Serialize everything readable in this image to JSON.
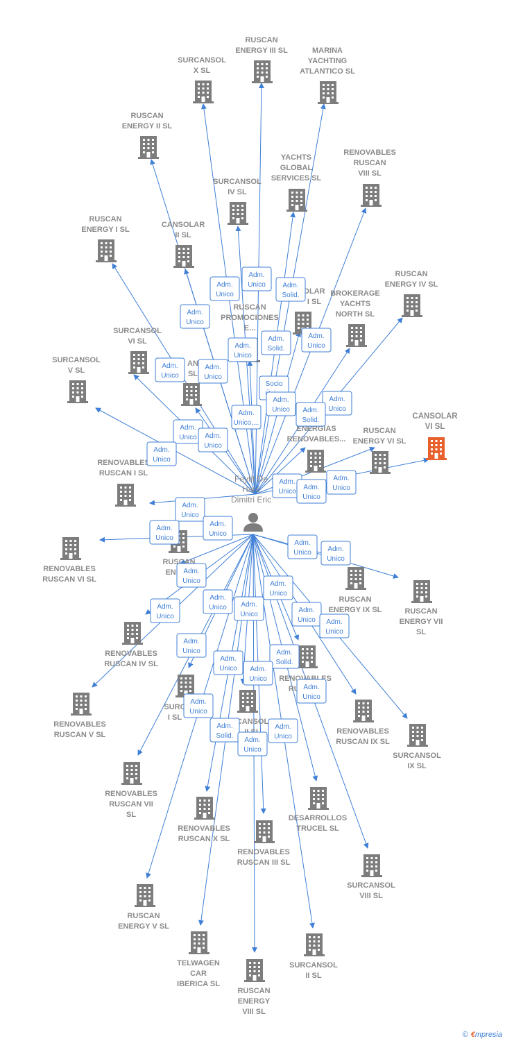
{
  "colors": {
    "edge": "#3f7fd6",
    "building": "#7d7d7d",
    "focus_building": "#e8602c",
    "person": "#7d7d7d",
    "label": "#8a8a8a"
  },
  "person": {
    "name_lines": [
      "Feytit De",
      "Haro",
      "Dimitri Eric"
    ],
    "icon": "person-icon"
  },
  "companies": [
    {
      "id": "ruscan-energy-iii",
      "lines": [
        "RUSCAN",
        "ENERGY III  SL"
      ]
    },
    {
      "id": "surcansol-x",
      "lines": [
        "SURCANSOL",
        "X  SL"
      ]
    },
    {
      "id": "marina-yachting",
      "lines": [
        "MARINA",
        "YACHTING",
        "ATLANTICO  SL"
      ]
    },
    {
      "id": "ruscan-energy-ii",
      "lines": [
        "RUSCAN",
        "ENERGY II  SL"
      ]
    },
    {
      "id": "yachts-global",
      "lines": [
        "YACHTS",
        "GLOBAL",
        "SERVICES  SL"
      ]
    },
    {
      "id": "renovables-ruscan-viii",
      "lines": [
        "RENOVABLES",
        "RUSCAN",
        "VIII  SL"
      ]
    },
    {
      "id": "surcansol-iv",
      "lines": [
        "SURCANSOL",
        "IV  SL"
      ]
    },
    {
      "id": "ruscan-energy-i",
      "lines": [
        "RUSCAN",
        "ENERGY I  SL"
      ]
    },
    {
      "id": "cansolar-ii",
      "lines": [
        "CANSOLAR",
        "II  SL"
      ]
    },
    {
      "id": "ruscan-energy-iv",
      "lines": [
        "RUSCAN",
        "ENERGY IV  SL"
      ]
    },
    {
      "id": "olar-i",
      "lines": [
        "OLAR",
        "I  SL"
      ]
    },
    {
      "id": "brokerage-yachts",
      "lines": [
        "BROKERAGE",
        "YACHTS",
        "NORTH  SL"
      ]
    },
    {
      "id": "ruscan-promociones",
      "lines": [
        "RUSCAN",
        "PROMOCIONES",
        "E..."
      ]
    },
    {
      "id": "surcansol-vi",
      "lines": [
        "SURCANSOL",
        "VI  SL"
      ]
    },
    {
      "id": "surcansol-v",
      "lines": [
        "SURCANSOL",
        "V  SL"
      ]
    },
    {
      "id": "an-sl",
      "lines": [
        "AN",
        "SL"
      ]
    },
    {
      "id": "cansolar-vi",
      "lines": [
        "CANSOLAR",
        "VI  SL"
      ],
      "focus": true
    },
    {
      "id": "n-energias",
      "lines": [
        "N",
        "ENERGIAS",
        "RENOVABLES..."
      ]
    },
    {
      "id": "ruscan-energy-vi",
      "lines": [
        "RUSCAN",
        "ENERGY VI  SL"
      ]
    },
    {
      "id": "renovables-ruscan-i",
      "lines": [
        "RENOVABLES",
        "RUSCAN I  SL"
      ]
    },
    {
      "id": "renovables-ruscan-vi",
      "lines": [
        "RENOVABLES",
        "RUSCAN VI  SL"
      ]
    },
    {
      "id": "ruscan-energy-x",
      "lines": [
        "RUSCAN",
        "ENERG"
      ]
    },
    {
      "id": "ruscan-energy-ix",
      "lines": [
        "RUSCAN",
        "ENERGY IX  SL"
      ]
    },
    {
      "id": "ruscan-energy-vii",
      "lines": [
        "RUSCAN",
        "ENERGY VII",
        "SL"
      ]
    },
    {
      "id": "renovables-ruscan-iv",
      "lines": [
        "RENOVABLES",
        "RUSCAN IV  SL"
      ]
    },
    {
      "id": "renovables-ruscan-v",
      "lines": [
        "RENOVABLES",
        "RUSCAN V  SL"
      ]
    },
    {
      "id": "surc-i",
      "lines": [
        "SURC",
        "I  SL"
      ]
    },
    {
      "id": "cansol-ii",
      "lines": [
        "CANSOL",
        "II  SL"
      ]
    },
    {
      "id": "renovables-rusc",
      "lines": [
        "RENOVABLES",
        "RUSC    SL"
      ]
    },
    {
      "id": "renovables-ruscan-ix",
      "lines": [
        "RENOVABLES",
        "RUSCAN IX  SL"
      ]
    },
    {
      "id": "surcansol-ix",
      "lines": [
        "SURCANSOL",
        "IX  SL"
      ]
    },
    {
      "id": "renovables-ruscan-vii",
      "lines": [
        "RENOVABLES",
        "RUSCAN VII",
        "SL"
      ]
    },
    {
      "id": "renovables-ruscan-x",
      "lines": [
        "RENOVABLES",
        "RUSCAN X  SL"
      ]
    },
    {
      "id": "desarrollos-trucel",
      "lines": [
        "DESARROLLOS",
        "TRUCEL  SL"
      ]
    },
    {
      "id": "renovables-ruscan-iii",
      "lines": [
        "RENOVABLES",
        "RUSCAN III  SL"
      ]
    },
    {
      "id": "surcansol-viii",
      "lines": [
        "SURCANSOL",
        "VIII  SL"
      ]
    },
    {
      "id": "ruscan-energy-v",
      "lines": [
        "RUSCAN",
        "ENERGY V  SL"
      ]
    },
    {
      "id": "telwagen",
      "lines": [
        "TELWAGEN",
        "CAR",
        "IBERICA  SL"
      ]
    },
    {
      "id": "surcansol-ii",
      "lines": [
        "SURCANSOL",
        "II  SL"
      ]
    },
    {
      "id": "ruscan-energy-viii",
      "lines": [
        "RUSCAN",
        "ENERGY",
        "VIII  SL"
      ]
    }
  ],
  "roles": [
    [
      "Adm.",
      "Unico"
    ],
    [
      "Adm.",
      "Unico"
    ],
    [
      "Adm.",
      "Solid."
    ],
    [
      "Adm.",
      "Unico"
    ],
    [
      "Adm.",
      "Unico"
    ],
    [
      "Adm.",
      "Solid."
    ],
    [
      "Adm.",
      "Unico"
    ],
    [
      "Adm.",
      "Unico"
    ],
    [
      "Adm.",
      "Unico"
    ],
    [
      "Socio",
      "Único"
    ],
    [
      "Adm.",
      "Unico"
    ],
    [
      "Adm.",
      "Unico"
    ],
    [
      "Adm.",
      "Unico,..."
    ],
    [
      "Adm.",
      "Solid."
    ],
    [
      "Adm.",
      "Unico"
    ],
    [
      "Adm.",
      "Unico"
    ],
    [
      "Adm.",
      "Unico"
    ],
    [
      "Adm.",
      "Unico"
    ],
    [
      "Adm.",
      "Unico"
    ],
    [
      "Adm.",
      "Unico"
    ],
    [
      "Adm.",
      "Unico"
    ],
    [
      "Adm.",
      "Unico"
    ],
    [
      "Adm.",
      "Unico"
    ],
    [
      "Adm.",
      "Unico"
    ],
    [
      "Adm.",
      "Unico"
    ],
    [
      "Adm.",
      "Unico"
    ],
    [
      "Adm.",
      "Unico"
    ],
    [
      "Adm.",
      "Unico"
    ],
    [
      "Adm.",
      "Unico"
    ],
    [
      "Adm.",
      "Unico"
    ],
    [
      "Adm.",
      "Unico"
    ],
    [
      "Adm.",
      "Unico"
    ],
    [
      "Adm.",
      "Unico"
    ],
    [
      "Adm.",
      "Unico"
    ],
    [
      "Adm.",
      "Solid."
    ],
    [
      "Adm.",
      "Unico"
    ],
    [
      "Adm.",
      "Unico"
    ],
    [
      "Adm.",
      "Unico"
    ],
    [
      "Adm.",
      "Solid."
    ],
    [
      "Adm.",
      "Unico"
    ],
    [
      "Adm.",
      "Unico"
    ]
  ],
  "brand": {
    "copyright": "©",
    "e": "€",
    "rest": "mpresia"
  }
}
